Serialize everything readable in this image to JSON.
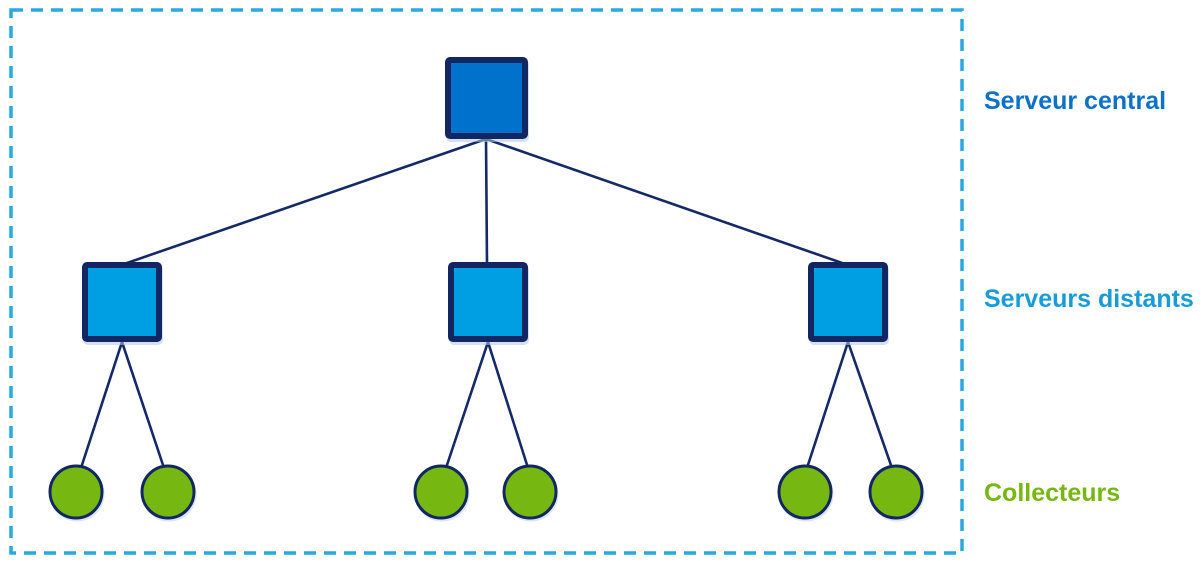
{
  "diagram": {
    "labels": {
      "central": "Serveur central",
      "distants": "Serveurs distants",
      "collectors": "Collecteurs"
    },
    "structure": {
      "levels": [
        {
          "name": "Serveur central",
          "shape": "square",
          "count": 1
        },
        {
          "name": "Serveurs distants",
          "shape": "square",
          "count": 3
        },
        {
          "name": "Collecteurs",
          "shape": "circle",
          "count": 6
        }
      ],
      "edges": [
        {
          "from": "serveur-central",
          "to": "serveur-distant-1"
        },
        {
          "from": "serveur-central",
          "to": "serveur-distant-2"
        },
        {
          "from": "serveur-central",
          "to": "serveur-distant-3"
        },
        {
          "from": "serveur-distant-1",
          "to": "collecteur-1"
        },
        {
          "from": "serveur-distant-1",
          "to": "collecteur-2"
        },
        {
          "from": "serveur-distant-2",
          "to": "collecteur-3"
        },
        {
          "from": "serveur-distant-2",
          "to": "collecteur-4"
        },
        {
          "from": "serveur-distant-3",
          "to": "collecteur-5"
        },
        {
          "from": "serveur-distant-3",
          "to": "collecteur-6"
        }
      ]
    },
    "colors": {
      "frame_border": "#29A9E0",
      "central_fill": "#0072CC",
      "distant_fill": "#009FE3",
      "collector_fill": "#76B712",
      "connector_line": "#132968",
      "node_border": "#122761",
      "label_central": "#0C72C7",
      "label_distants": "#189CD9",
      "label_collectors": "#76B712"
    }
  }
}
